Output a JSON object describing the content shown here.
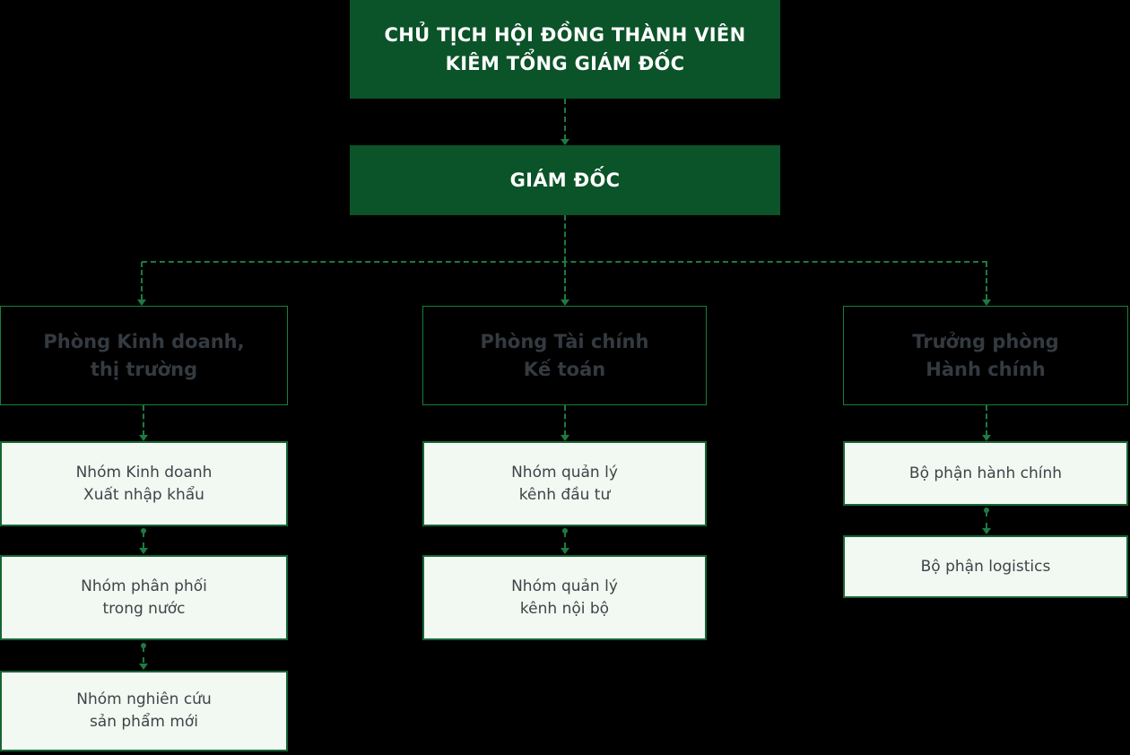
{
  "colors": {
    "background": "#000000",
    "primary_green": "#0b5328",
    "connector_green": "#1d7a42",
    "dept_border_green": "#15803d",
    "dept_text": "#343a40",
    "team_bg": "#f2f9f2",
    "team_border_green": "#166534",
    "team_text": "#3e4449",
    "header_text": "#ffffff"
  },
  "org": {
    "chairman": {
      "label": "CHỦ TỊCH HỘI ĐỒNG THÀNH VIÊN\nKIÊM TỔNG GIÁM ĐỐC"
    },
    "director": {
      "label": "GIÁM ĐỐC"
    },
    "departments": [
      {
        "label": "Phòng Kinh doanh,\nthị trường",
        "children": [
          {
            "label": "Nhóm Kinh doanh\nXuất nhập khẩu"
          },
          {
            "label": "Nhóm phân phối\ntrong nước"
          },
          {
            "label": "Nhóm nghiên cứu\nsản phẩm mới"
          }
        ]
      },
      {
        "label": "Phòng Tài chính\nKế toán",
        "children": [
          {
            "label": "Nhóm quản lý\nkênh đầu tư"
          },
          {
            "label": "Nhóm quản lý\nkênh nội bộ"
          }
        ]
      },
      {
        "label": "Trưởng phòng\nHành chính",
        "children": [
          {
            "label": "Bộ phận hành chính"
          },
          {
            "label": "Bộ phận logistics"
          }
        ]
      }
    ]
  }
}
